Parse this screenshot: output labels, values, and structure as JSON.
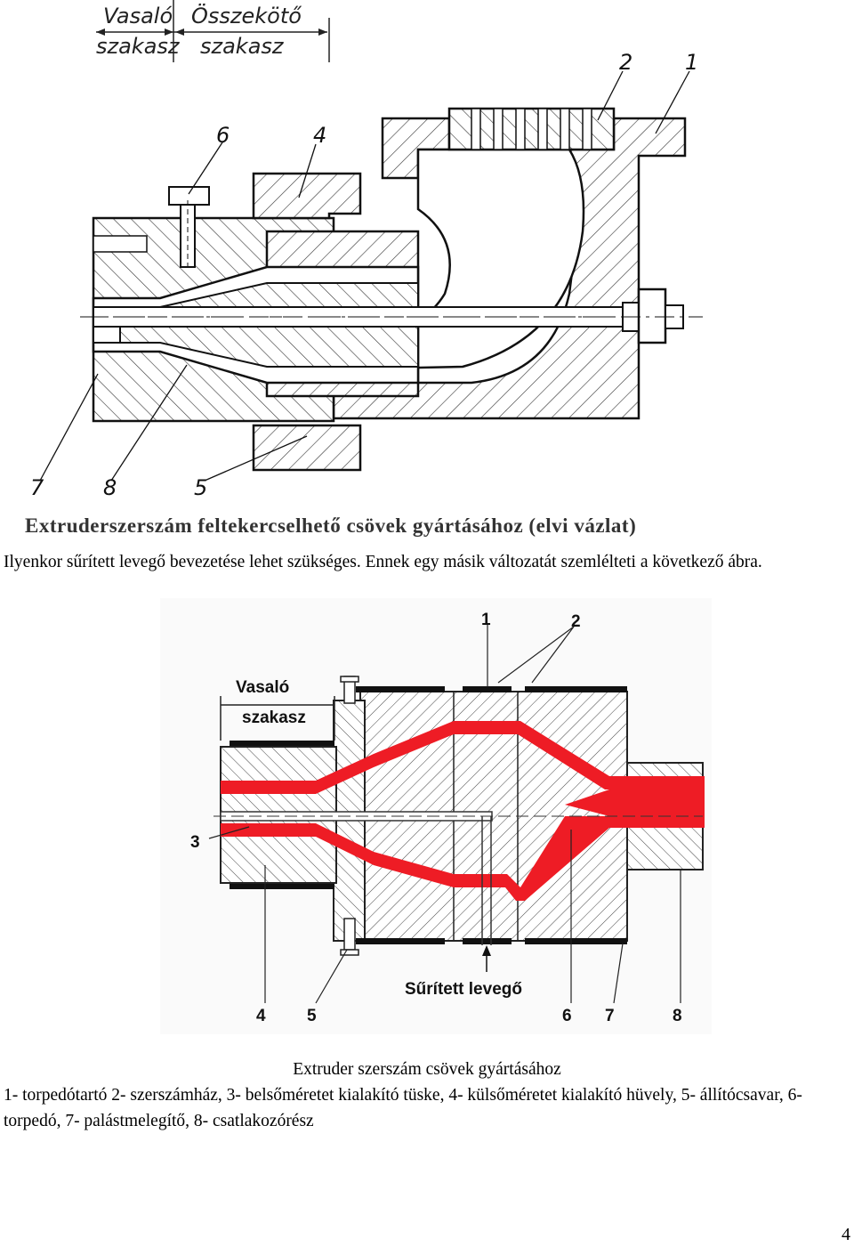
{
  "figure1": {
    "header_left_line1": "Vasaló",
    "header_left_line2": "szakasz",
    "header_right_line1": "Összekötő",
    "header_right_line2": "szakasz",
    "callouts": {
      "c1": "1",
      "c2": "2",
      "c4": "4",
      "c5": "5",
      "c6": "6",
      "c7": "7",
      "c8": "8"
    },
    "caption": "Extruderszerszám feltekercselhető csövek gyártásához (elvi vázlat)"
  },
  "paragraph": "Ilyenkor sűrített levegő bevezetése lehet szükséges. Ennek egy másik változatát szemlélteti a következő ábra.",
  "figure2": {
    "label_line1": "Vasaló",
    "label_line2": "szakasz",
    "air_label": "Sűrített levegő",
    "callouts": {
      "c1": "1",
      "c2": "2",
      "c3": "3",
      "c4": "4",
      "c5": "5",
      "c6": "6",
      "c7": "7",
      "c8": "8"
    },
    "accent_color": "#ee1c25",
    "caption_title": "Extruder szerszám csövek gyártásához",
    "caption_legend": "1- torpedótartó 2- szerszámház, 3- belsőméretet kialakító tüske, 4- külsőméretet kialakító hüvely, 5- állítócsavar, 6- torpedó, 7- palástmelegítő, 8- csatlakozórész"
  },
  "page_number": "4"
}
